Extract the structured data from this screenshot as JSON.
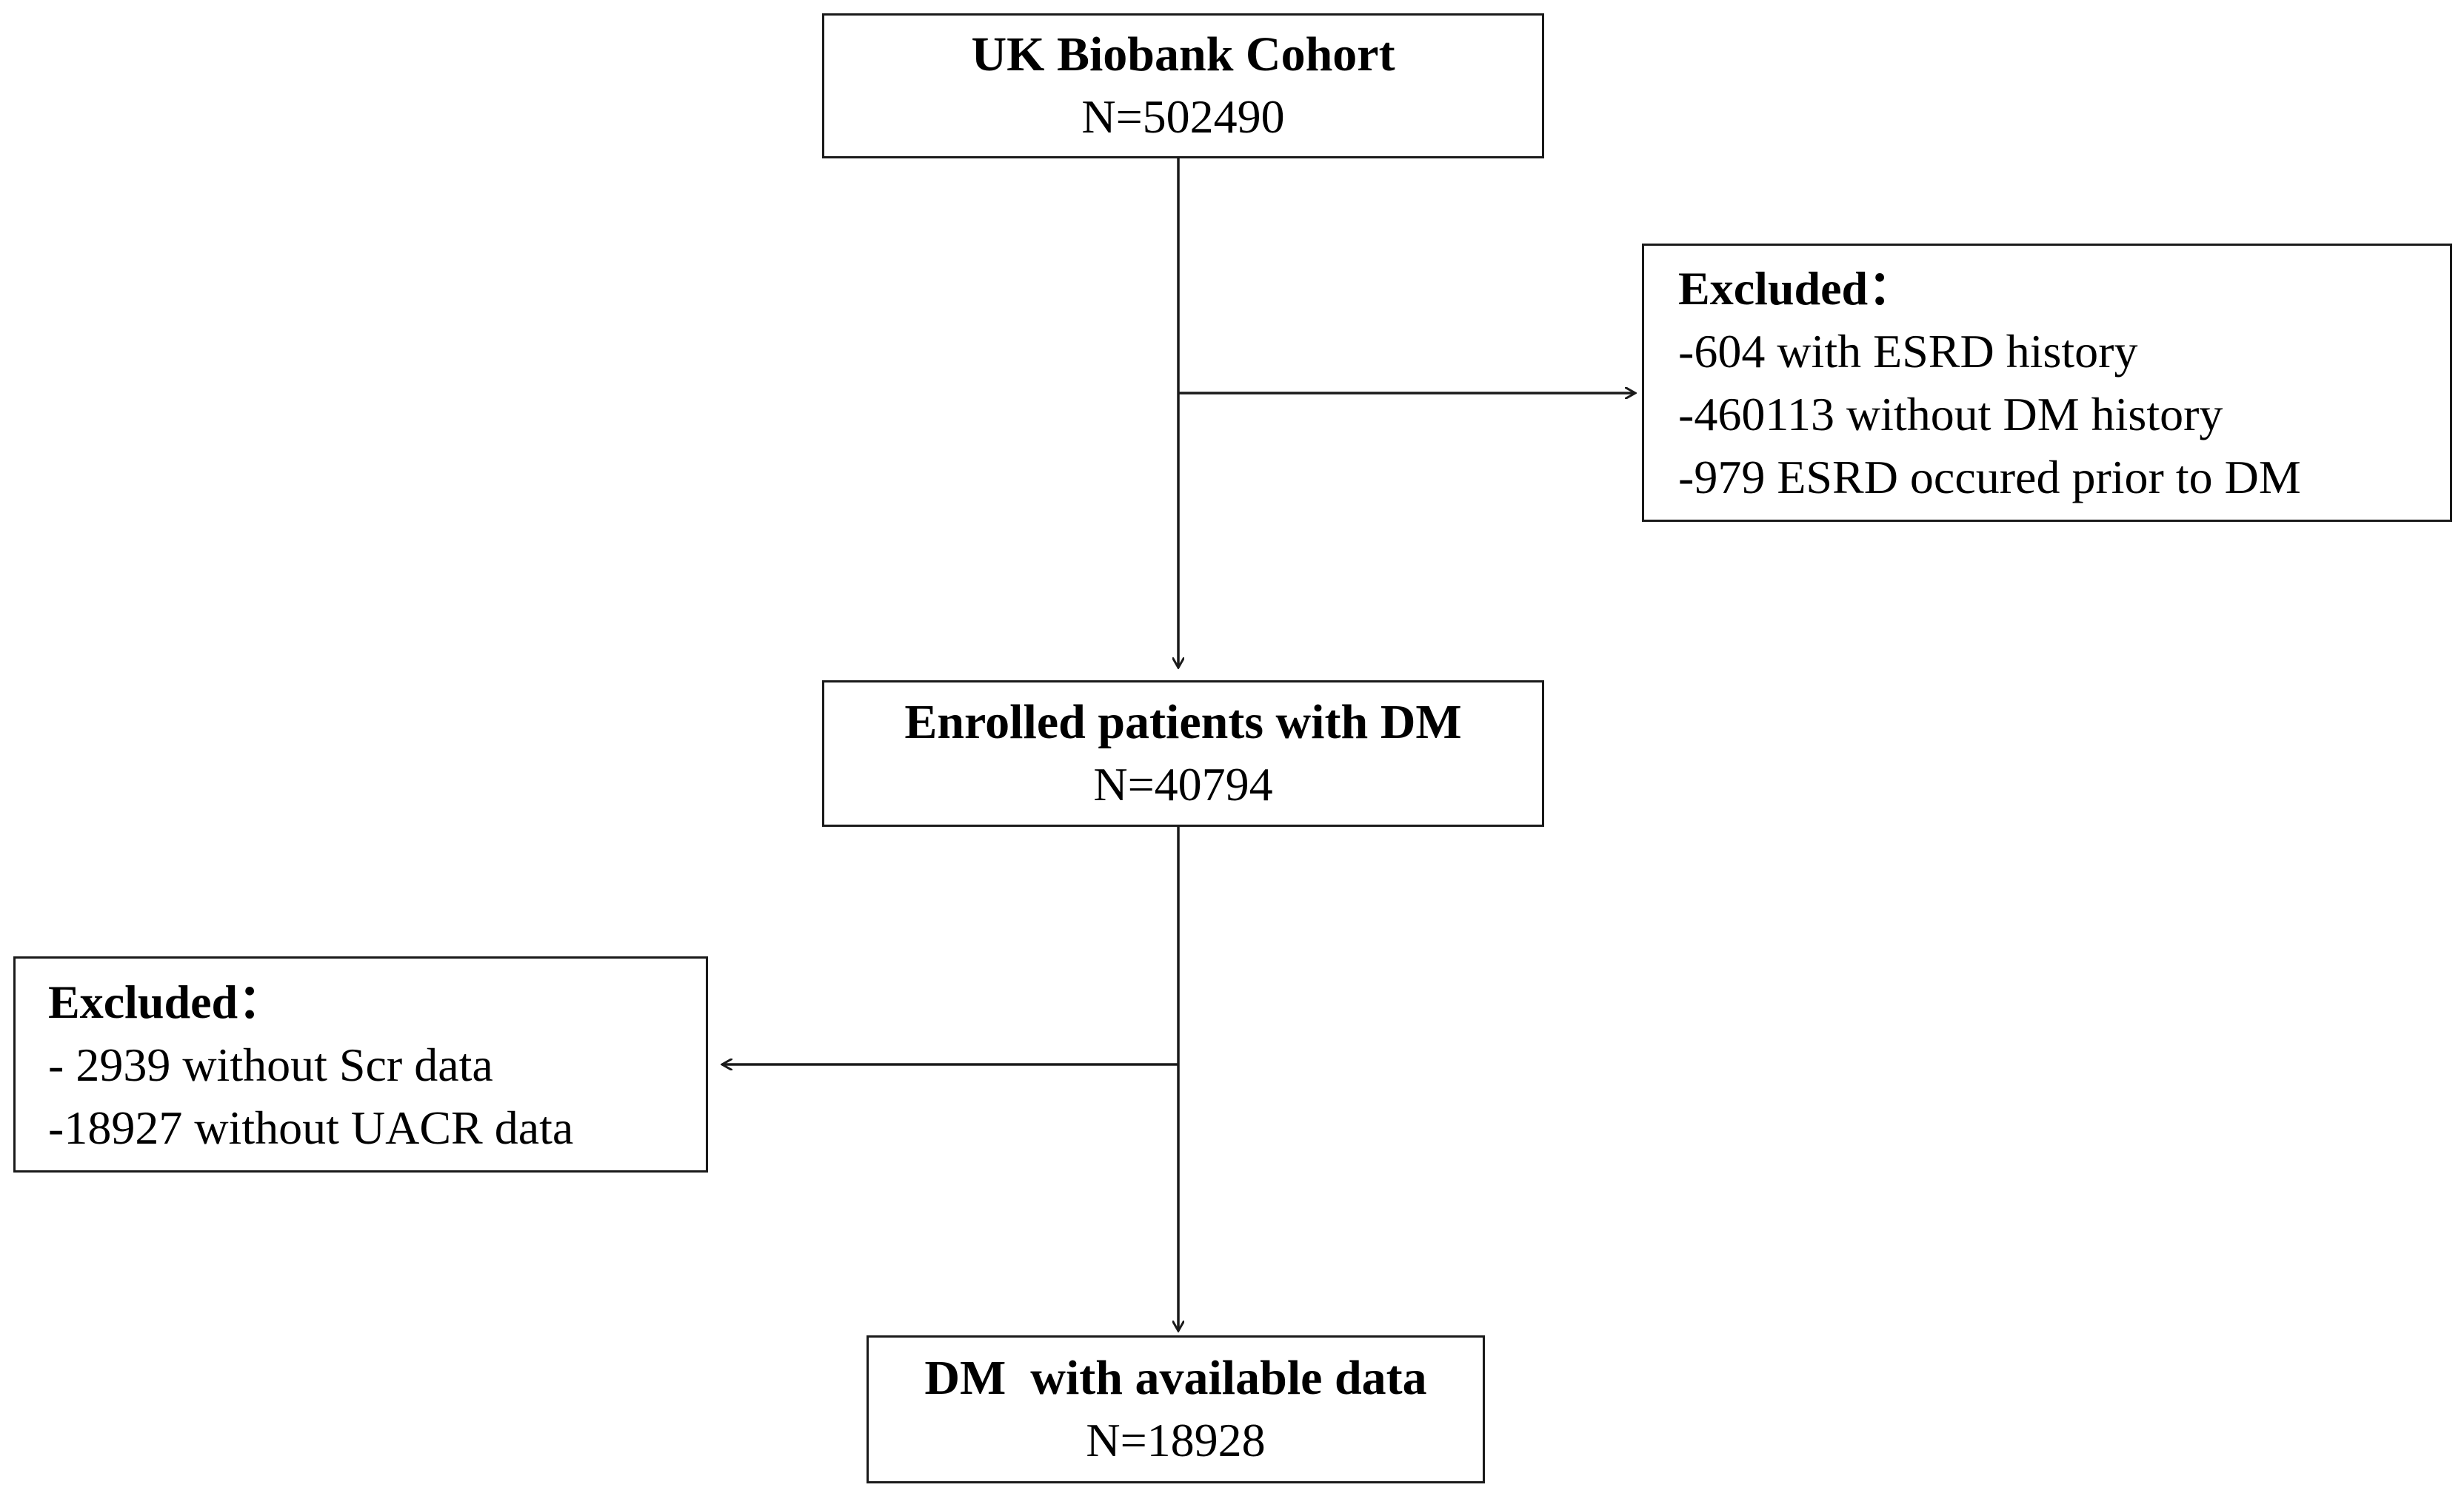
{
  "boxes": {
    "cohort": {
      "title": "UK Biobank Cohort",
      "count": "N=502490"
    },
    "enrolled": {
      "title": "Enrolled patients with DM",
      "count": "N=40794"
    },
    "final": {
      "title": "DM  with available data",
      "count": "N=18928"
    }
  },
  "exclusions": {
    "first": {
      "title": "Excluded：",
      "items": [
        "-604 with ESRD history",
        "-460113 without DM history",
        "-979 ESRD occured prior to DM"
      ]
    },
    "second": {
      "title": "Excluded：",
      "items": [
        "- 2939 without Scr data",
        "-18927 without UACR data"
      ]
    }
  },
  "colors": {
    "line": "#1a1a1a",
    "background": "#ffffff",
    "text": "#000000"
  }
}
